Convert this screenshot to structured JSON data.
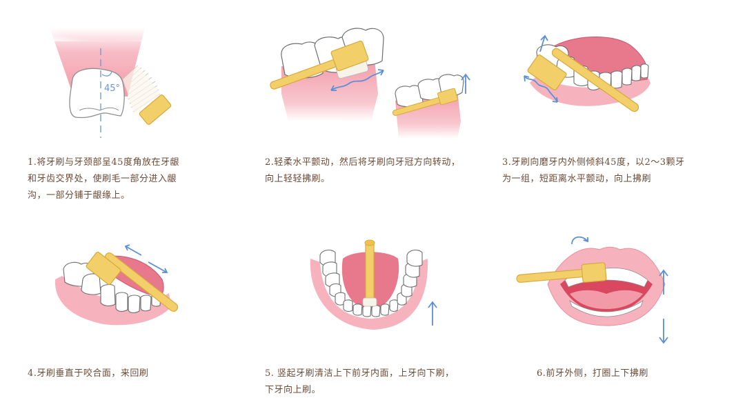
{
  "page": {
    "title": "",
    "text_color": "#6b4a36",
    "accent_colors": {
      "gum_pink": "#f29aa8",
      "tongue_red": "#e05a74",
      "brush_yellow": "#f3cf6a",
      "brush_outline": "#d6a93a",
      "arrow_blue": "#5b8fd9",
      "tooth_white": "#ffffff",
      "tooth_outline": "#9a9a9a"
    }
  },
  "steps": [
    {
      "number": "1",
      "caption_lines": [
        "1.将牙刷与牙颈部呈45度角放在牙龈",
        "和牙齿交界处，使刷毛一部分进入龈",
        "沟，一部分铺于龈缘上。"
      ],
      "illustration": "tooth-cross-section-brush-45deg",
      "angle_label": "45°"
    },
    {
      "number": "2",
      "caption_lines": [
        "2.轻柔水平颤动，然后将牙刷向牙冠方向转动，",
        "向上轻轻拂刷。"
      ],
      "illustration": "molars-horizontal-vibration"
    },
    {
      "number": "3",
      "caption_lines": [
        "3.牙刷向磨牙内外侧倾斜45度，以2～3颗牙",
        "为一组，短距离水平颤动，向上拂刷"
      ],
      "illustration": "upper-arch-tilted-brush"
    },
    {
      "number": "4",
      "caption_lines": [
        "4.牙刷垂直于咬合面，来回刷"
      ],
      "illustration": "occlusal-surface-back-forth"
    },
    {
      "number": "5",
      "caption_lines": [
        "5. 竖起牙刷清洁上下前牙内面，上牙向下刷，",
        "下牙向上刷。"
      ],
      "illustration": "lower-arch-vertical-brush"
    },
    {
      "number": "6",
      "caption_lines": [
        "6.前牙外侧，打圈上下拂刷"
      ],
      "illustration": "open-mouth-front-teeth-circular"
    }
  ]
}
